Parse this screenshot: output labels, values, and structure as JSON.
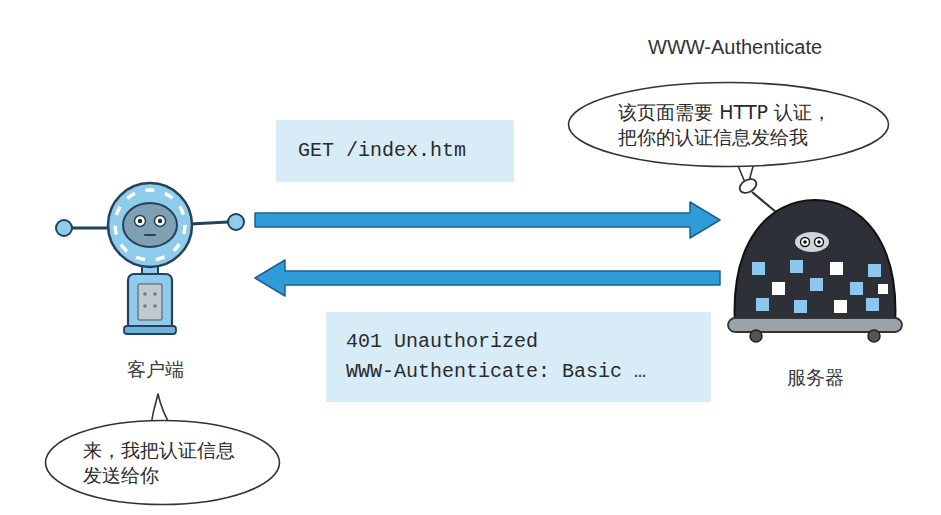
{
  "diagram": {
    "nodes": [
      {
        "text": [
          "该页面需要 HTTP 认证， 把你的认证信息发给我"
        ]
      },
      {
        "text": [
          "GET /index.htm"
        ]
      },
      {
        "text": [
          "客户端"
        ]
      },
      {
        "text": [
          "服务器"
        ]
      },
      {
        "text": [
          "401 Unauthorized",
          "WWW-Authenticate: Basic …"
        ]
      },
      {
        "text": [
          "来，我把认证信息 发送给你"
        ]
      }
    ],
    "edges": [
      {
        "from": 2,
        "to": 3,
        "arrow": "to"
      },
      {
        "from": 3,
        "to": 2,
        "arrow": "to"
      }
    ],
    "labels": [
      "WWW-Authenticate"
    ]
  }
}
